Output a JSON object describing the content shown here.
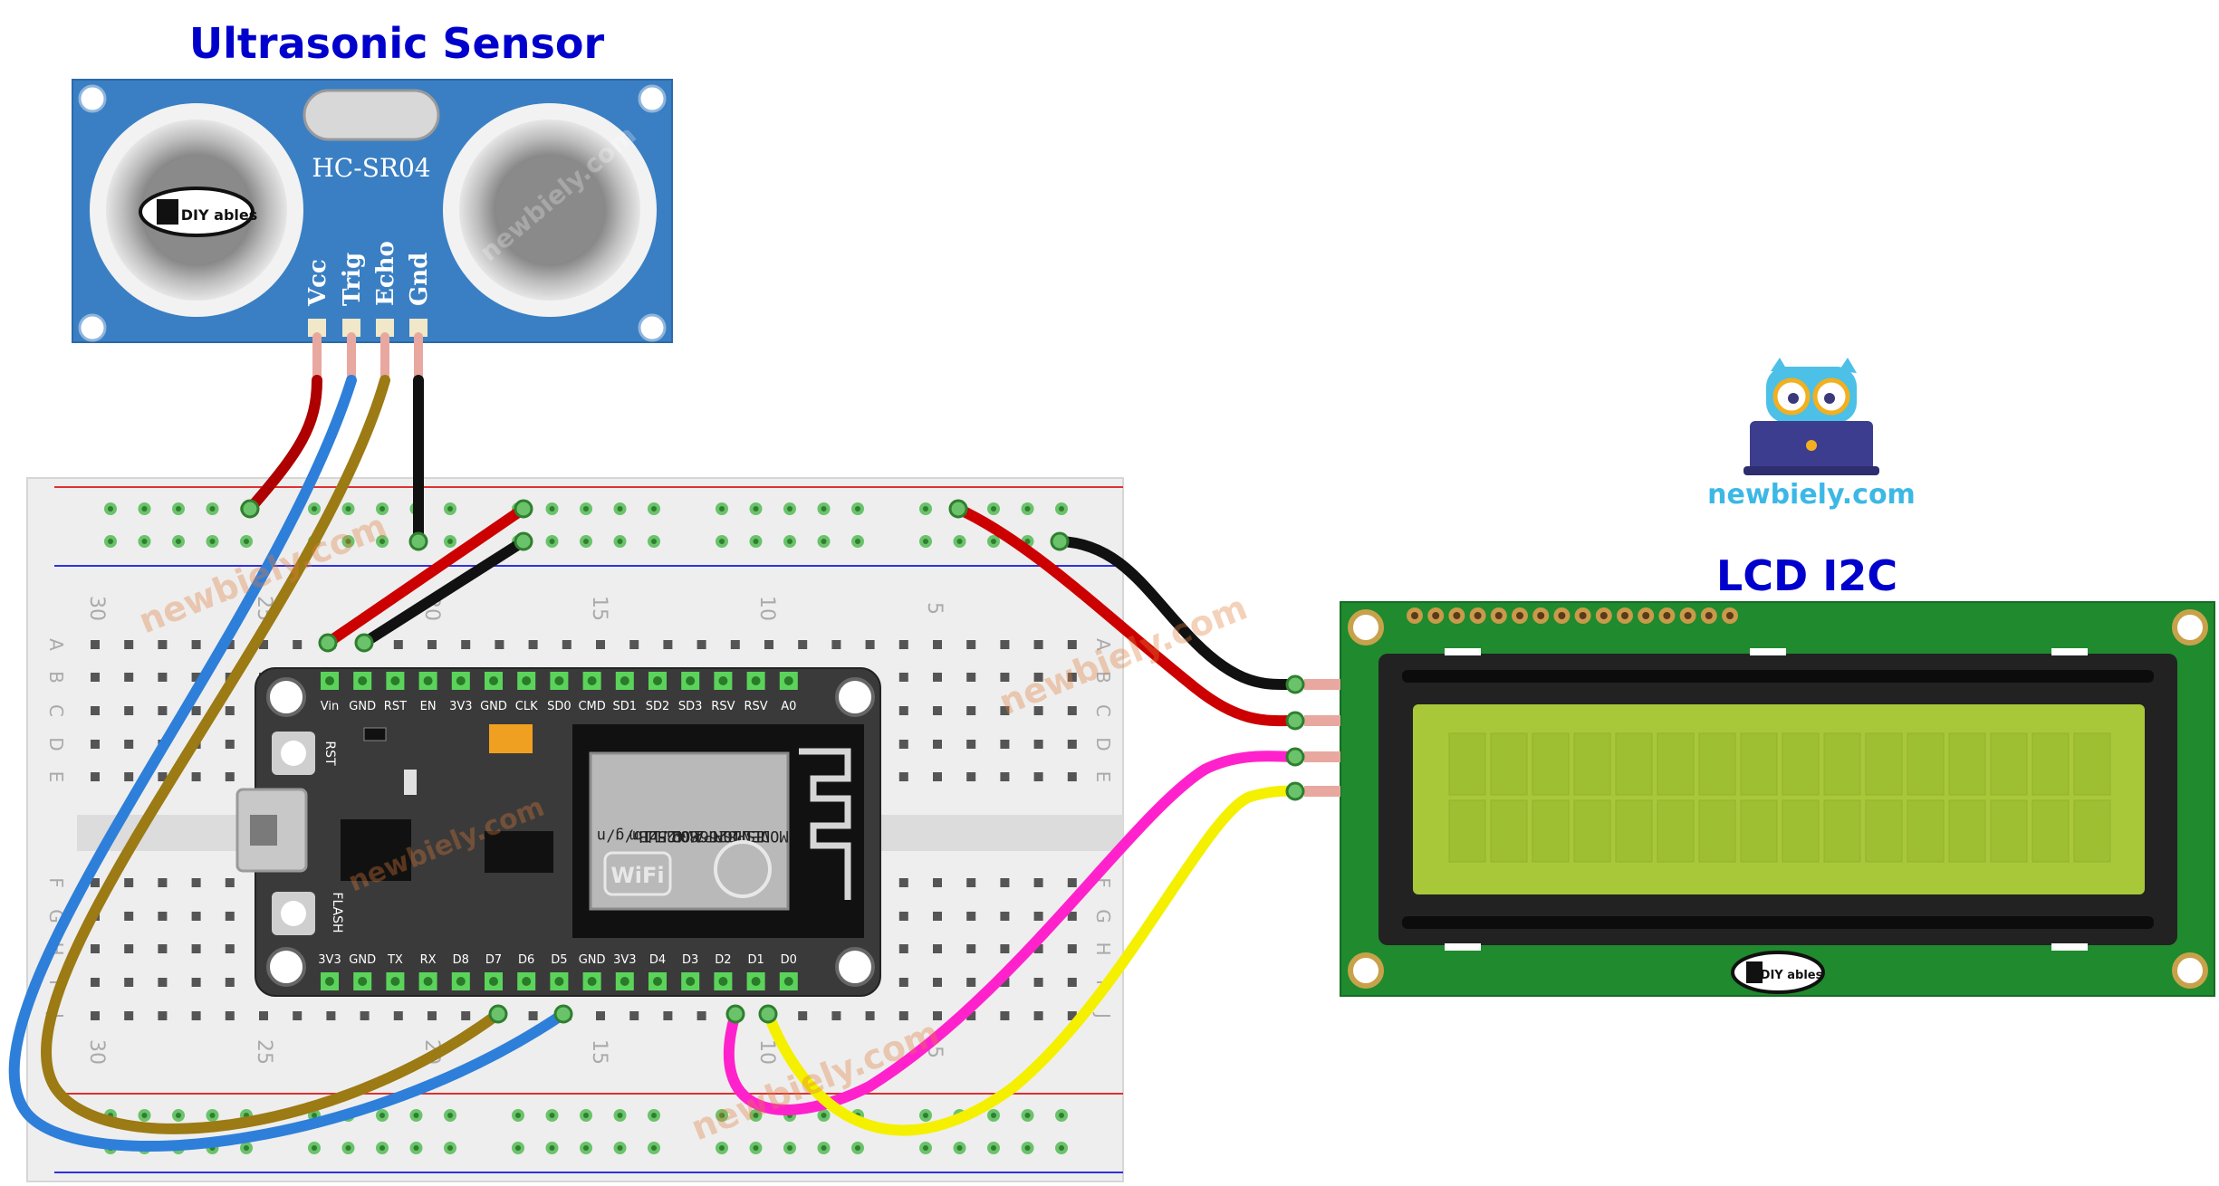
{
  "titles": {
    "sensor": "Ultrasonic Sensor",
    "lcd": "LCD I2C"
  },
  "sensor": {
    "model": "HC-SR04",
    "pins": [
      "Vcc",
      "Trig",
      "Echo",
      "Gnd"
    ],
    "logo": "DIY ables"
  },
  "board": {
    "top_pins": [
      "Vin",
      "GND",
      "RST",
      "EN",
      "3V3",
      "GND",
      "CLK",
      "SD0",
      "CMD",
      "SD1",
      "SD2",
      "SD3",
      "RSV",
      "RSV",
      "A0"
    ],
    "bottom_pins": [
      "3V3",
      "GND",
      "TX",
      "RX",
      "D8",
      "D7",
      "D6",
      "D5",
      "GND",
      "3V3",
      "D4",
      "D3",
      "D2",
      "D1",
      "D0"
    ],
    "rst_label": "RST",
    "flash_label": "FLASH",
    "module_lines": [
      "MODEL",
      "VENDOR",
      "ESP8266MOD",
      "ISM 2.4GHz",
      "PA +25dBm",
      "802.11b/g/n"
    ],
    "wifi_label": "WiFi"
  },
  "breadboard": {
    "col_numbers": [
      "30",
      "25",
      "20",
      "15",
      "10",
      "5"
    ],
    "row_letters_top": [
      "A",
      "B",
      "C",
      "D",
      "E"
    ],
    "row_letters_bottom": [
      "F",
      "G",
      "H",
      "I",
      "J"
    ]
  },
  "brand": {
    "site": "newbiely.com",
    "lcd_logo": "DIY ables"
  },
  "colors": {
    "title_blue": "#0000cc",
    "sensor_pcb": "#3a7fc3",
    "lcd_pcb": "#1f8a2e",
    "lcd_screen": "#a8c83a",
    "wire_red": "#cc0000",
    "wire_black": "#111111",
    "wire_blue": "#2e7fd9",
    "wire_brown": "#9c7a14",
    "wire_magenta": "#ff22cc",
    "wire_yellow": "#f4f000"
  }
}
